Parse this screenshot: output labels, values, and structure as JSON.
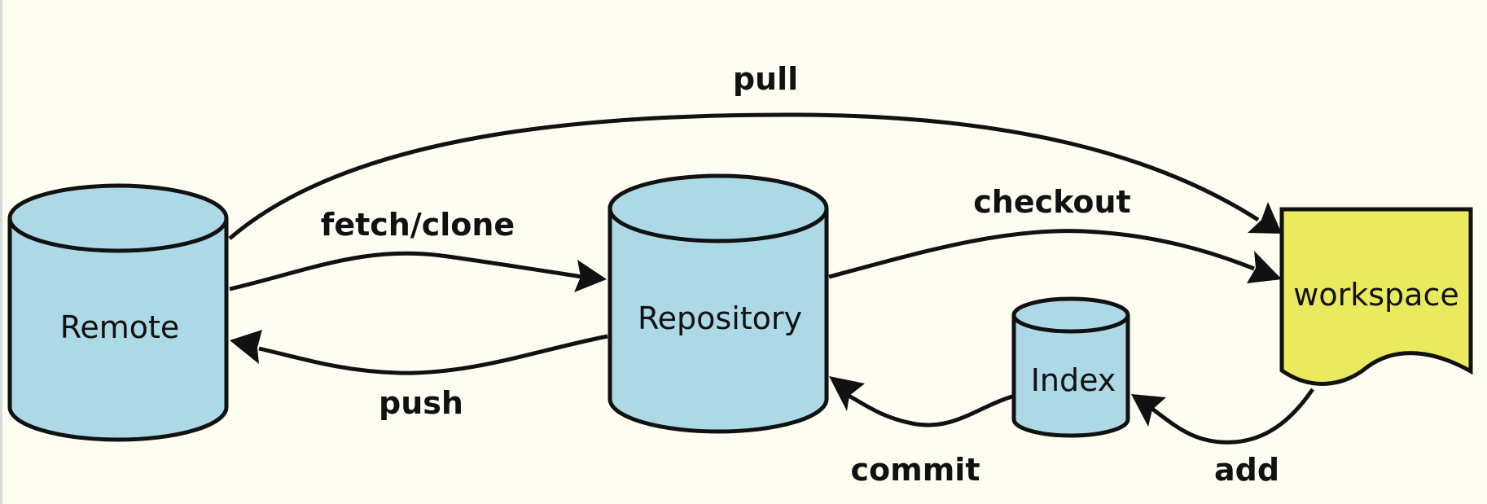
{
  "nodes": {
    "remote": {
      "label": "Remote"
    },
    "repository": {
      "label": "Repository"
    },
    "index": {
      "label": "Index"
    },
    "workspace": {
      "label": "workspace"
    }
  },
  "edges": {
    "pull": {
      "label": "pull"
    },
    "fetch_clone": {
      "label": "fetch/clone"
    },
    "push": {
      "label": "push"
    },
    "checkout": {
      "label": "checkout"
    },
    "commit": {
      "label": "commit"
    },
    "add": {
      "label": "add"
    }
  },
  "colors": {
    "background": "#fdfdf2",
    "cylinder_fill": "#add8e6",
    "workspace_fill": "#eaea5e",
    "stroke": "#111111"
  }
}
